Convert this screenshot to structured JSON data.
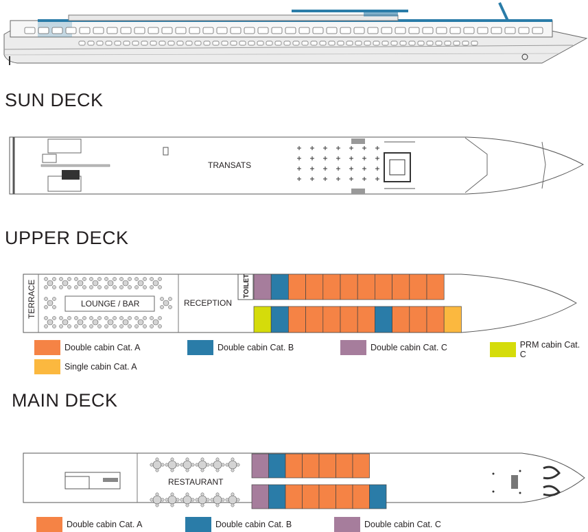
{
  "colors": {
    "double_a": "#f58345",
    "double_b": "#2a7ca8",
    "double_c": "#a67d9c",
    "prm_c": "#d5dc0a",
    "single_a": "#fbb83f",
    "hull_accent": "#2a7ca8"
  },
  "sun_deck": {
    "title": "SUN DECK",
    "label_transats": "TRANSATS"
  },
  "upper_deck": {
    "title": "UPPER DECK",
    "label_terrace": "TERRACE",
    "label_lounge": "LOUNGE / BAR",
    "label_reception": "RECEPTION",
    "label_toilet": "TOILET",
    "cabins_top": [
      "double_c",
      "double_b",
      "double_a",
      "double_a",
      "double_a",
      "double_a",
      "double_a",
      "double_a",
      "double_a",
      "double_a",
      "double_a"
    ],
    "cabins_bottom": [
      "prm_c",
      "double_b",
      "double_a",
      "double_a",
      "double_a",
      "double_a",
      "double_a",
      "double_b",
      "double_a",
      "double_a",
      "double_a",
      "single_a"
    ],
    "legend": [
      {
        "key": "double_a",
        "label": "Double cabin Cat. A"
      },
      {
        "key": "double_b",
        "label": "Double cabin Cat. B"
      },
      {
        "key": "double_c",
        "label": "Double cabin Cat. C"
      },
      {
        "key": "prm_c",
        "label": "PRM cabin Cat. C"
      },
      {
        "key": "single_a",
        "label": "Single cabin Cat. A"
      }
    ]
  },
  "main_deck": {
    "title": "MAIN DECK",
    "label_restaurant": "RESTAURANT",
    "cabins_top": [
      "double_c",
      "double_b",
      "double_a",
      "double_a",
      "double_a",
      "double_a",
      "double_a"
    ],
    "cabins_bottom": [
      "double_c",
      "double_b",
      "double_a",
      "double_a",
      "double_a",
      "double_a",
      "double_a",
      "double_b"
    ],
    "legend": [
      {
        "key": "double_a",
        "label": "Double cabin Cat. A"
      },
      {
        "key": "double_b",
        "label": "Double cabin Cat. B"
      },
      {
        "key": "double_c",
        "label": "Double cabin Cat. C"
      }
    ]
  }
}
